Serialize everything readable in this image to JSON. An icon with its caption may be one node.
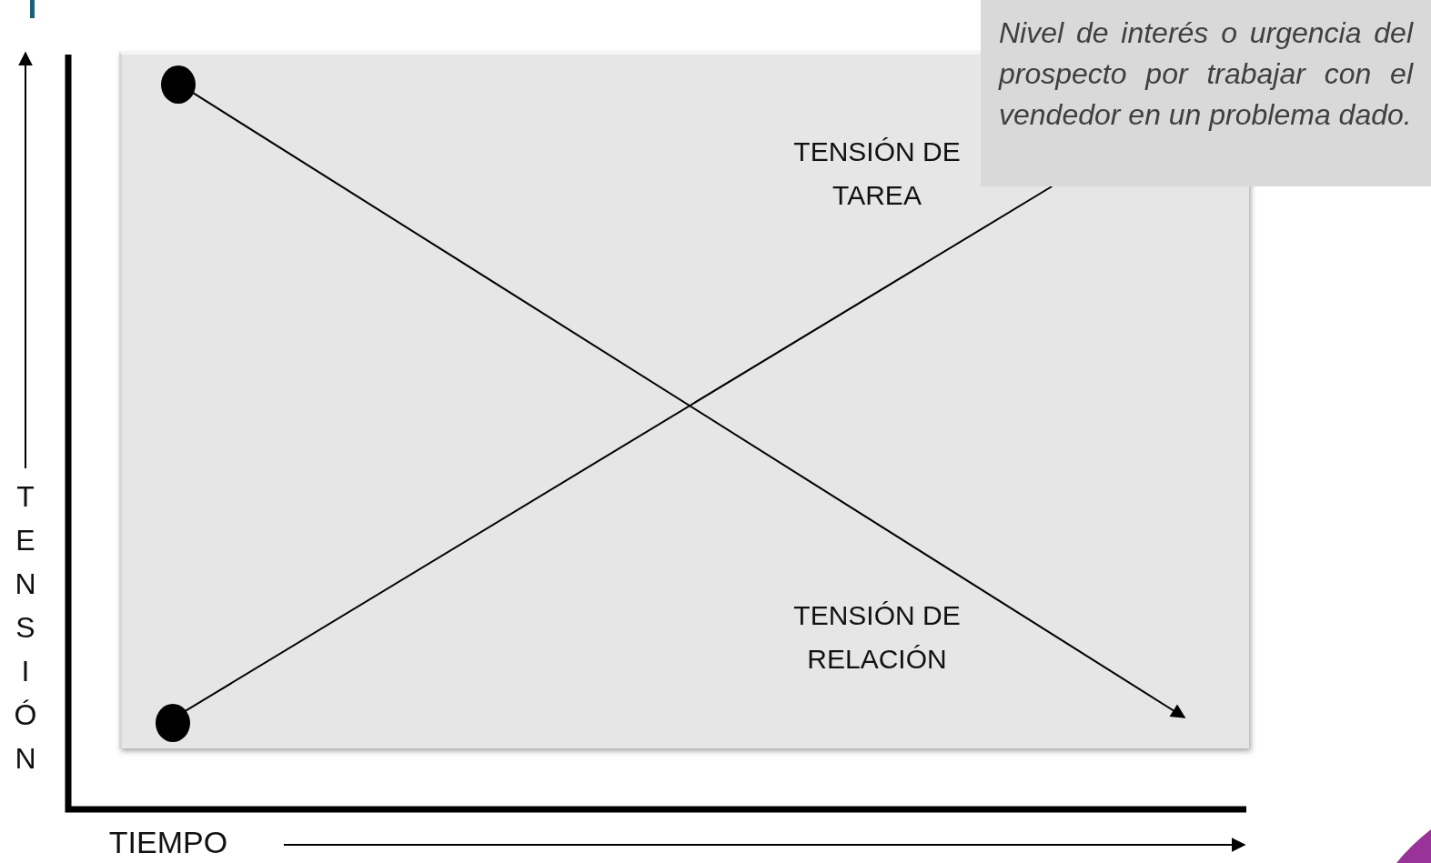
{
  "diagram": {
    "nodes": [
      {
        "text": [],
        "shape": "box"
      },
      {
        "text": [
          "Nivel de interés o urgencia del prospecto por trabajar con el vendedor en un problema dado."
        ]
      },
      {
        "text": [],
        "shape": "circle",
        "in": 0
      },
      {
        "text": [],
        "shape": "circle",
        "in": 0
      }
    ],
    "edges": [
      {
        "from": 2,
        "to": null,
        "arrow": "to"
      },
      {
        "from": 3,
        "to": 1,
        "arrow": "none"
      }
    ],
    "labels": [
      "TENSIÓN",
      "TENSIÓN DE TAREA",
      "TENSIÓN DE RELACIÓN",
      "TIEMPO"
    ]
  }
}
